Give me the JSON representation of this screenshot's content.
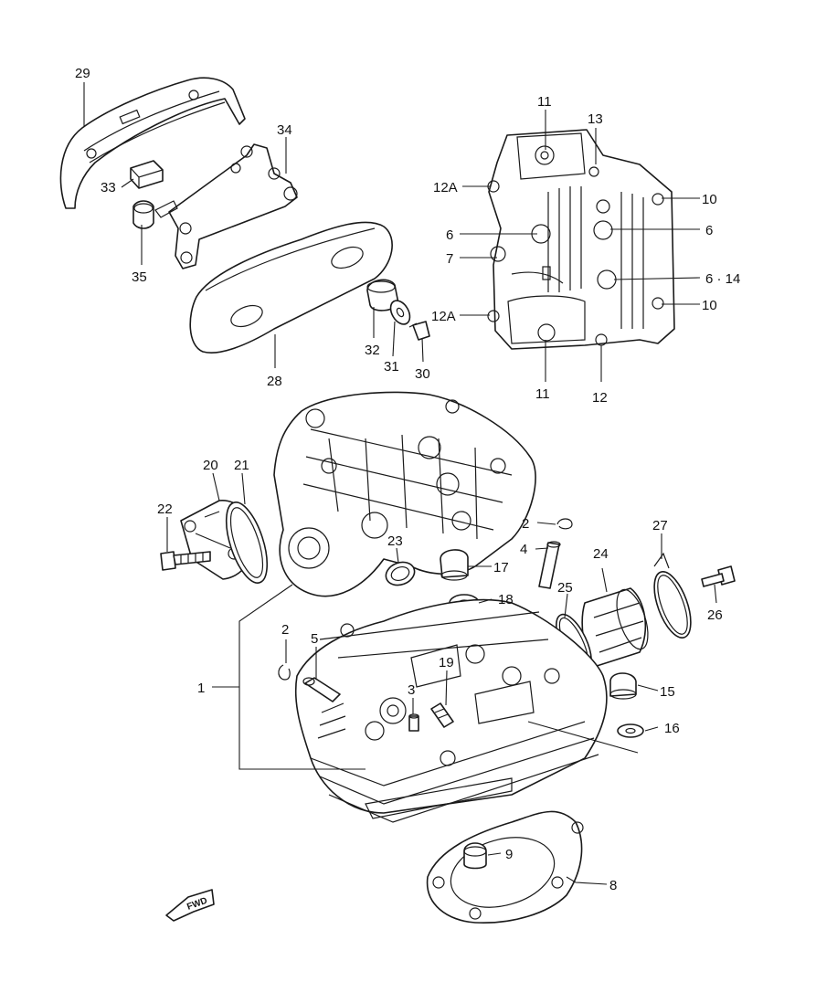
{
  "diagram": {
    "callouts": [
      {
        "id": "c29",
        "label": "29"
      },
      {
        "id": "c34",
        "label": "34"
      },
      {
        "id": "c33",
        "label": "33"
      },
      {
        "id": "c35",
        "label": "35"
      },
      {
        "id": "c28",
        "label": "28"
      },
      {
        "id": "c32",
        "label": "32"
      },
      {
        "id": "c31",
        "label": "31"
      },
      {
        "id": "c30",
        "label": "30"
      },
      {
        "id": "c11a",
        "label": "11"
      },
      {
        "id": "c13",
        "label": "13"
      },
      {
        "id": "c12Aa",
        "label": "12A"
      },
      {
        "id": "c10a",
        "label": "10"
      },
      {
        "id": "c6a",
        "label": "6"
      },
      {
        "id": "c6b",
        "label": "6"
      },
      {
        "id": "c7",
        "label": "7"
      },
      {
        "id": "c614",
        "label": "6 · 14"
      },
      {
        "id": "c12Ab",
        "label": "12A"
      },
      {
        "id": "c10b",
        "label": "10"
      },
      {
        "id": "c11b",
        "label": "11"
      },
      {
        "id": "c12",
        "label": "12"
      },
      {
        "id": "c20",
        "label": "20"
      },
      {
        "id": "c21",
        "label": "21"
      },
      {
        "id": "c22",
        "label": "22"
      },
      {
        "id": "c23",
        "label": "23"
      },
      {
        "id": "c2a",
        "label": "2"
      },
      {
        "id": "c4",
        "label": "4"
      },
      {
        "id": "c17",
        "label": "17"
      },
      {
        "id": "c18",
        "label": "18"
      },
      {
        "id": "c24",
        "label": "24"
      },
      {
        "id": "c27",
        "label": "27"
      },
      {
        "id": "c25",
        "label": "25"
      },
      {
        "id": "c26",
        "label": "26"
      },
      {
        "id": "c2b",
        "label": "2"
      },
      {
        "id": "c5",
        "label": "5"
      },
      {
        "id": "c1",
        "label": "1"
      },
      {
        "id": "c19",
        "label": "19"
      },
      {
        "id": "c3",
        "label": "3"
      },
      {
        "id": "c15",
        "label": "15"
      },
      {
        "id": "c16",
        "label": "16"
      },
      {
        "id": "c9",
        "label": "9"
      },
      {
        "id": "c8",
        "label": "8"
      }
    ],
    "fwd_label": "FWD"
  }
}
